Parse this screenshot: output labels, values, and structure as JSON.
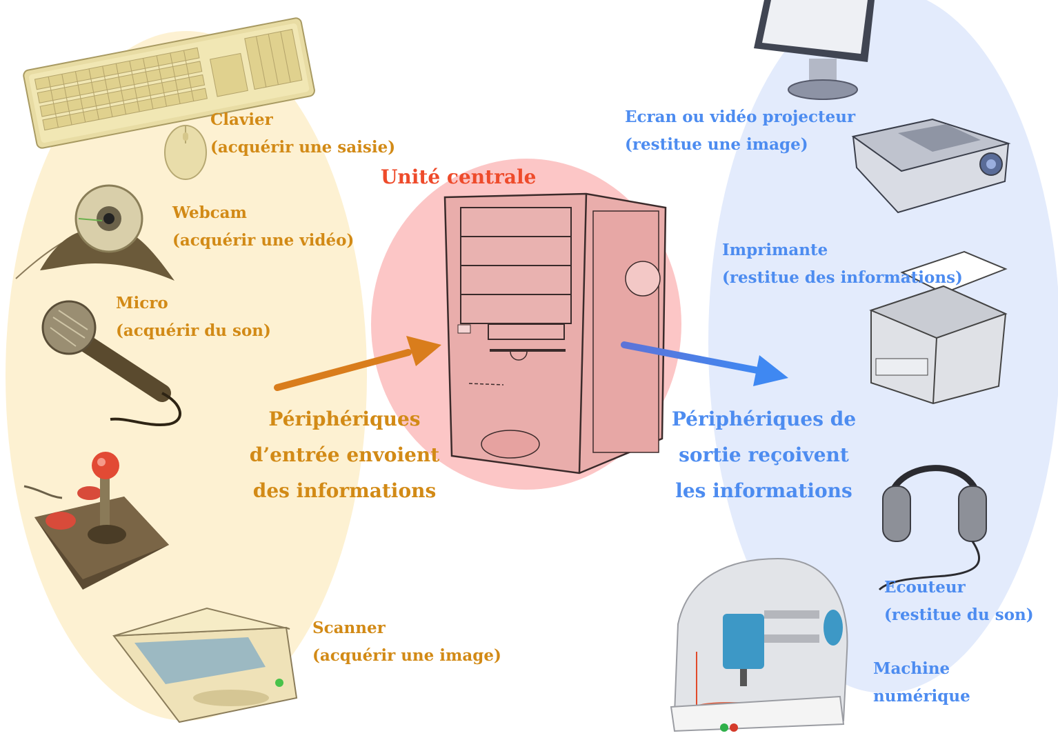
{
  "colors": {
    "input_accent": "#d28a16",
    "output_accent": "#4d8cf0",
    "central_accent": "#ee4b2b",
    "input_zone_fill": "#fdf1d2",
    "output_zone_fill": "#e3ebfc",
    "central_zone_fill": "#fcc6c6"
  },
  "central_unit": {
    "title": "Unité centrale",
    "icon": "computer-tower-icon"
  },
  "input_devices": [
    {
      "name": "Clavier",
      "role": "(acquérir une saisie)",
      "icon": "keyboard-icon"
    },
    {
      "name": "Webcam",
      "role": "(acquérir une vidéo)",
      "icon": "webcam-icon"
    },
    {
      "name": "Micro",
      "role": "(acquérir du son)",
      "icon": "microphone-icon"
    },
    {
      "name": "Scanner",
      "role": "(acquérir une image)",
      "icon": "scanner-icon"
    }
  ],
  "input_extra_icons": [
    "mouse-icon",
    "joystick-icon"
  ],
  "output_devices": [
    {
      "name": "Ecran ou vidéo projecteur",
      "role": "(restitue une image)",
      "icon": "monitor-icon"
    },
    {
      "name": "Imprimante",
      "role": "(restitue des informations)",
      "icon": "printer-icon"
    },
    {
      "name": "Ecouteur",
      "role": "(restitue du son)",
      "icon": "headphones-icon"
    },
    {
      "name": "Machine",
      "role": "numérique",
      "icon": "cnc-machine-icon"
    }
  ],
  "output_extra_icons": [
    "projector-icon"
  ],
  "input_caption": [
    "Périphériques",
    "d’entrée envoient",
    "des informations"
  ],
  "output_caption": [
    "Périphériques de",
    "sortie reçoivent",
    "les informations"
  ]
}
